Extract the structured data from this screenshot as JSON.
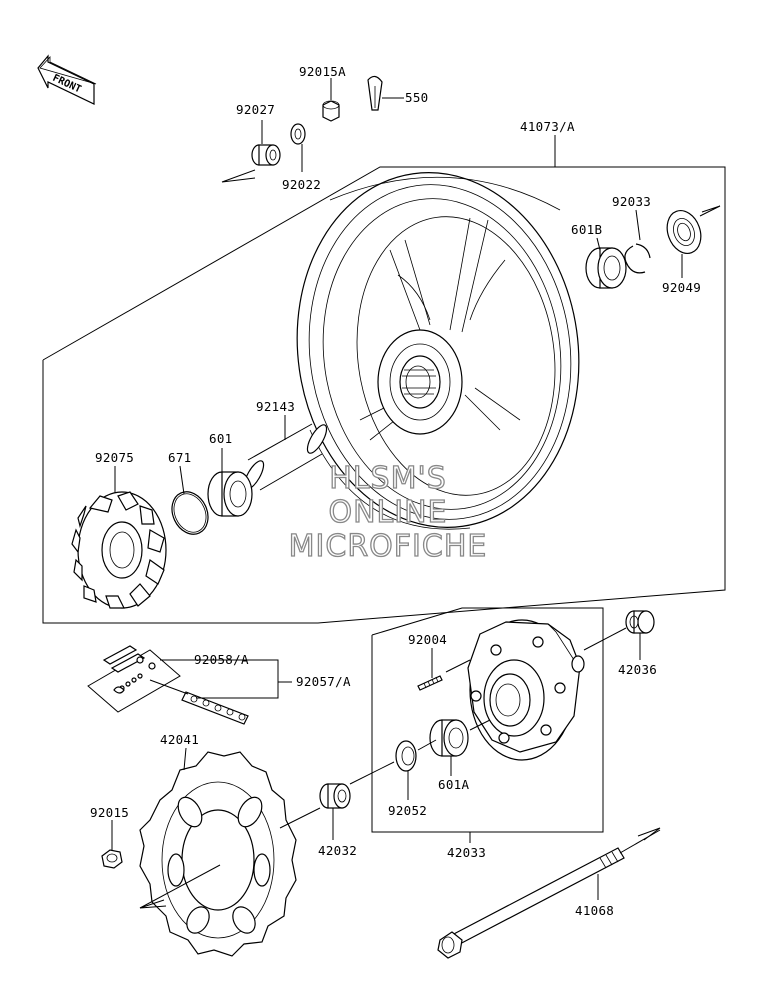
{
  "front_marker": "FRONT",
  "watermark": {
    "line1": "HLSM'S",
    "line2": "ONLINE",
    "line3": "MICROFICHE"
  },
  "parts": {
    "p92015A": "92015A",
    "p550": "550",
    "p92027": "92027",
    "p92022": "92022",
    "p41073A": "41073/A",
    "p92033": "92033",
    "p601B": "601B",
    "p92049": "92049",
    "p92143": "92143",
    "p601": "601",
    "p671": "671",
    "p92075": "92075",
    "p92058A": "92058/A",
    "p92057A": "92057/A",
    "p92004": "92004",
    "p42036": "42036",
    "p42041": "42041",
    "p601A": "601A",
    "p92052": "92052",
    "p92015": "92015",
    "p42032": "42032",
    "p42033": "42033",
    "p41068": "41068"
  }
}
